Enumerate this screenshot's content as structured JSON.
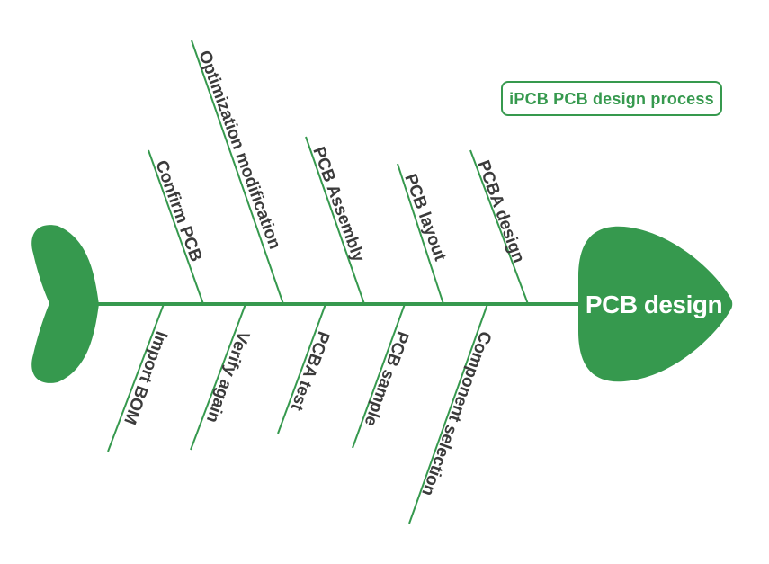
{
  "badge": {
    "label": "iPCB PCB design process"
  },
  "head": {
    "label": "PCB design"
  },
  "upper_bones": [
    {
      "label": "Confirm PCB"
    },
    {
      "label": "Optimization modification"
    },
    {
      "label": "PCB Assembly"
    },
    {
      "label": "PCB layout"
    },
    {
      "label": "PCBA design"
    }
  ],
  "lower_bones": [
    {
      "label": "Import BOM"
    },
    {
      "label": "Verify again"
    },
    {
      "label": "PCBA test"
    },
    {
      "label": "PCB sample"
    },
    {
      "label": "Component selection"
    }
  ],
  "colors": {
    "green": "#36994e",
    "label": "#3b3b3b",
    "background": "#ffffff"
  }
}
